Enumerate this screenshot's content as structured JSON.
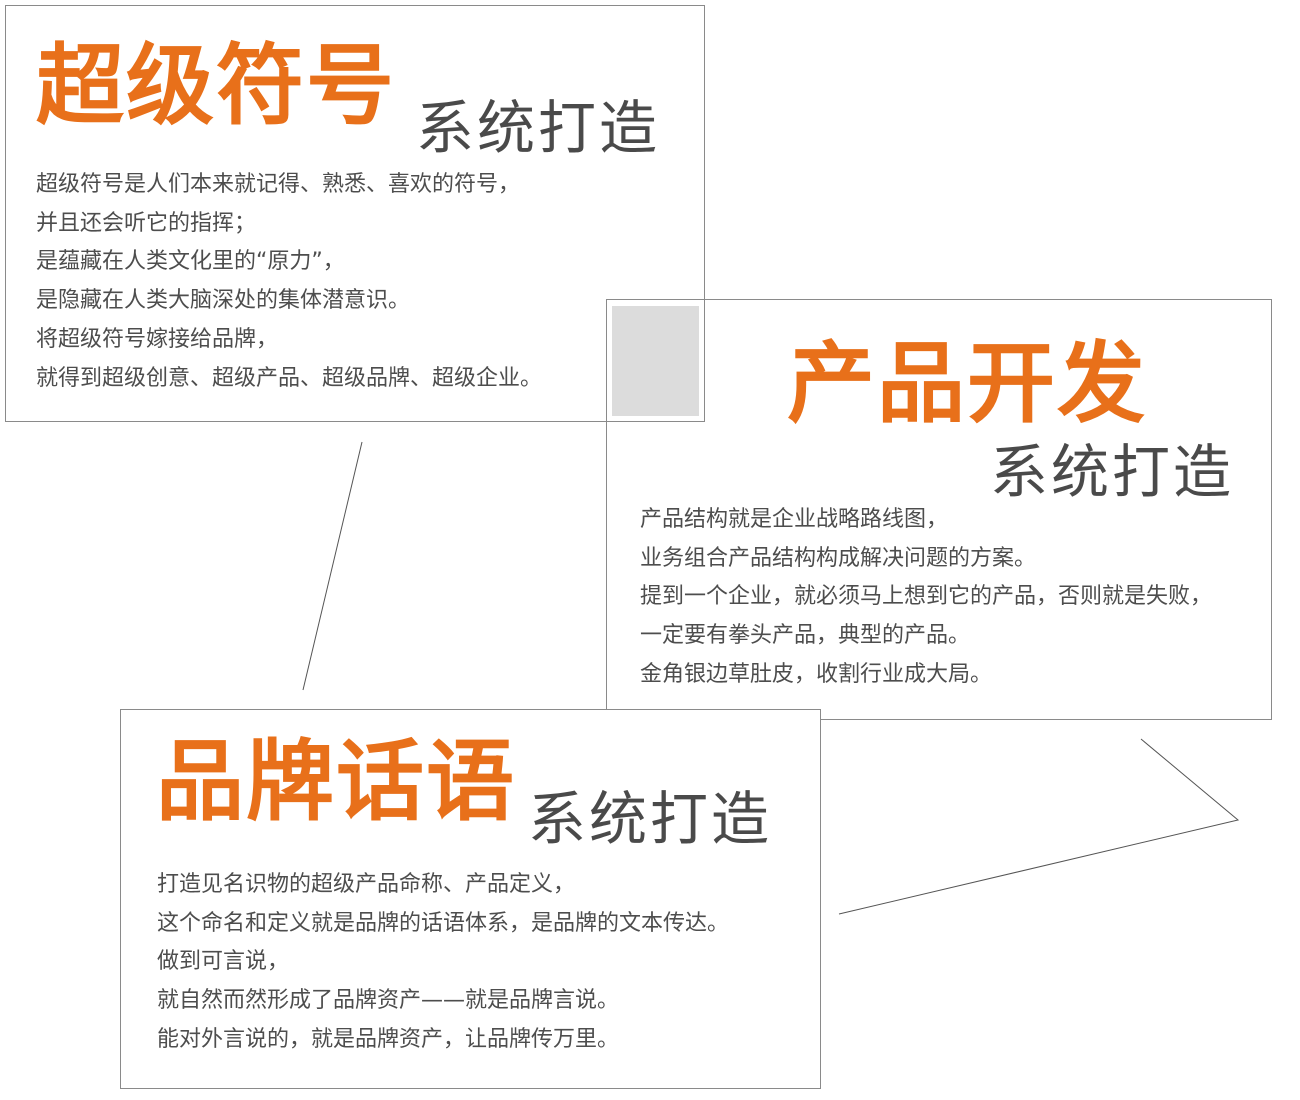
{
  "cards": [
    {
      "title": "超级符号",
      "subtitle": "系统打造",
      "lines": [
        "超级符号是人们本来就记得、熟悉、喜欢的符号，",
        "并且还会听它的指挥；",
        "是蕴藏在人类文化里的“原力”，",
        "是隐藏在人类大脑深处的集体潜意识。",
        "将超级符号嫁接给品牌，",
        "就得到超级创意、超级产品、超级品牌、超级企业。"
      ]
    },
    {
      "title": "产品开发",
      "subtitle": "系统打造",
      "lines": [
        "产品结构就是企业战略路线图，",
        "业务组合产品结构构成解决问题的方案。",
        "提到一个企业，就必须马上想到它的产品，否则就是失败，",
        "一定要有拳头产品，典型的产品。",
        "金角银边草肚皮，收割行业成大局。"
      ]
    },
    {
      "title": "品牌话语",
      "subtitle": "系统打造",
      "lines": [
        "打造见名识物的超级产品命称、产品定义，",
        "这个命名和定义就是品牌的话语体系，是品牌的文本传达。",
        "做到可言说，",
        "就自然而然形成了品牌资产——就是品牌言说。",
        "能对外言说的，就是品牌资产，让品牌传万里。"
      ]
    }
  ],
  "colors": {
    "accent": "#e8701a",
    "subtitle": "#4a4a4a",
    "text": "#4d4d4d",
    "border": "#8a8a8a"
  }
}
